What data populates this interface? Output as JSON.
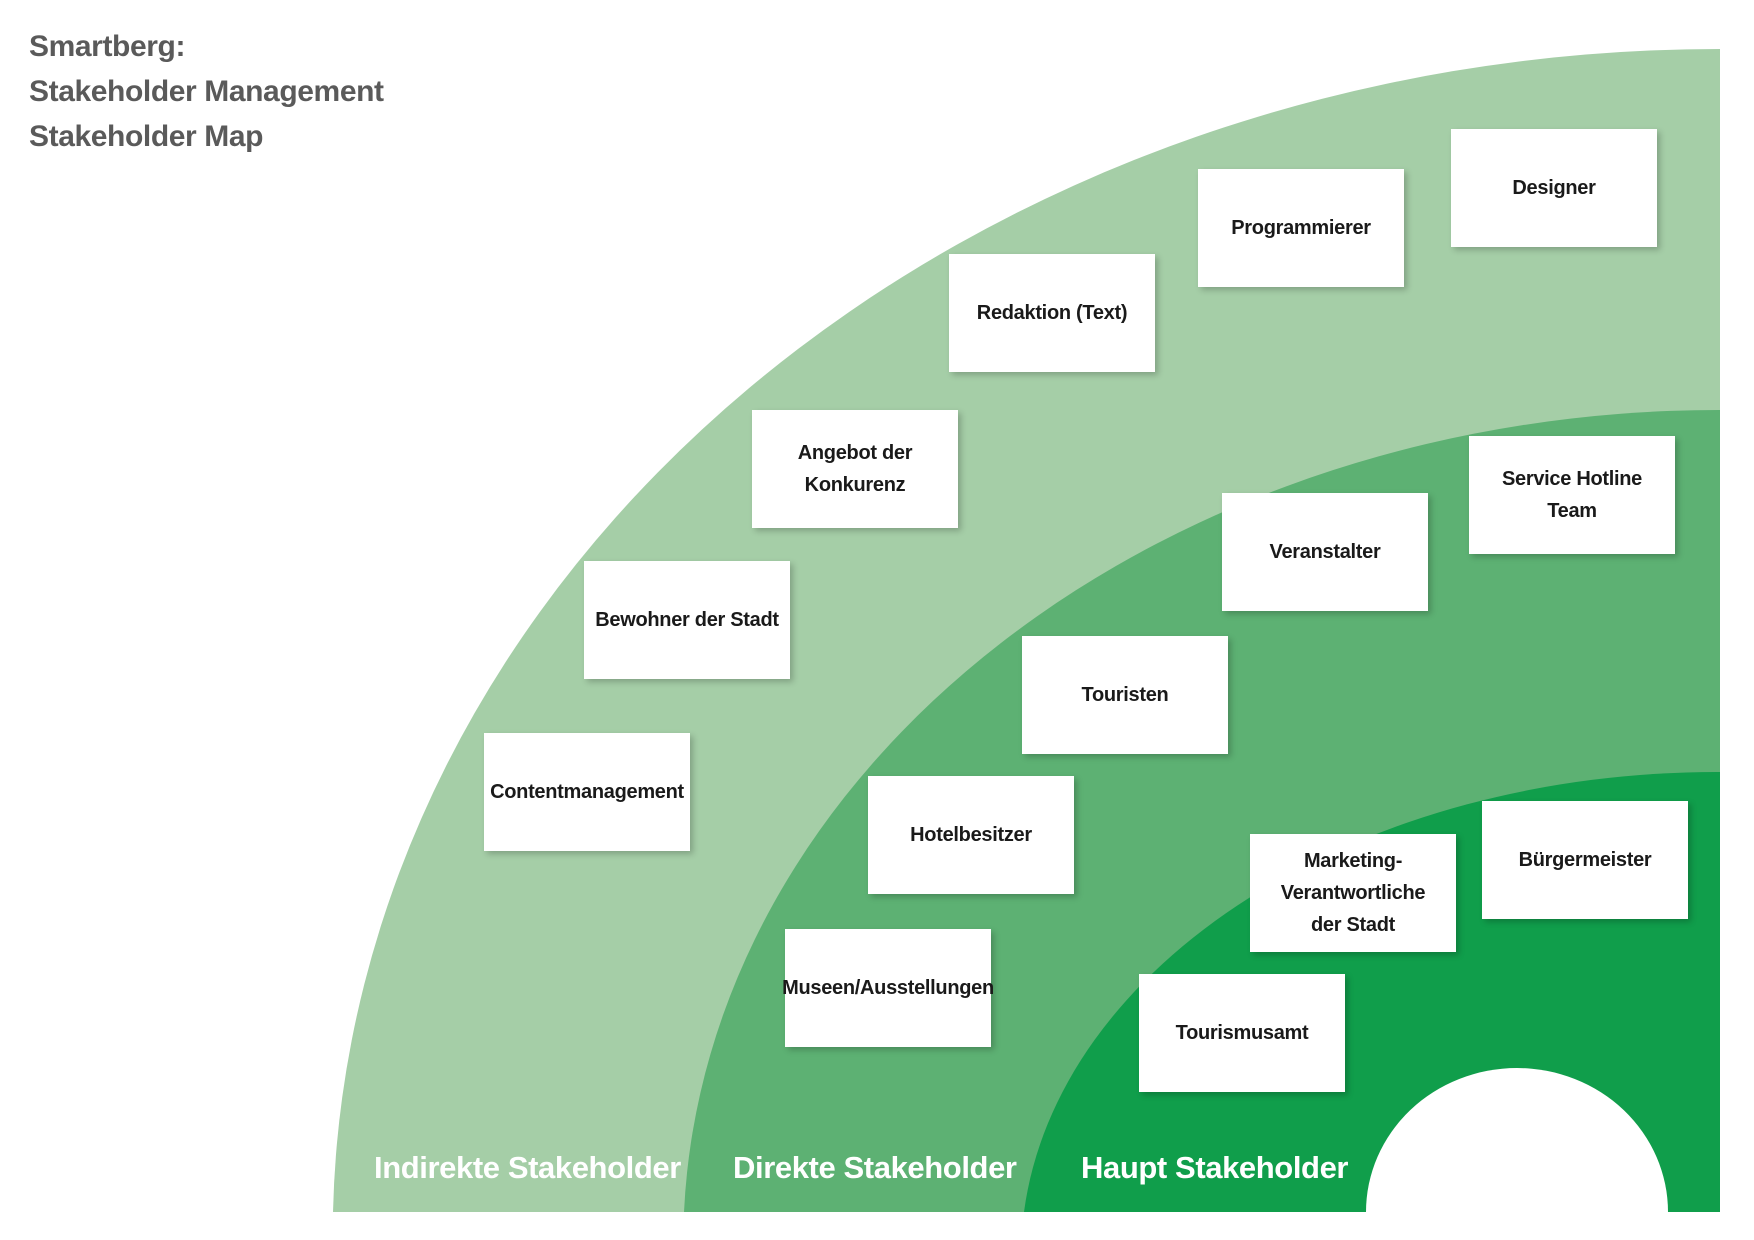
{
  "title_lines": [
    "Smartberg:",
    "Stakeholder Management",
    "Stakeholder Map"
  ],
  "colors": {
    "outer_ring": "#a5cea7",
    "middle_ring": "#5db173",
    "inner_ring": "#109e4b",
    "card_background": "#ffffff",
    "text_dark": "#1a1a1a",
    "title_gray": "#5a5a5a"
  },
  "rings": {
    "indirekt": "Indirekte Stakeholder",
    "direkt": "Direkte Stakeholder",
    "haupt": "Haupt Stakeholder"
  },
  "stakeholders": {
    "designer": "Designer",
    "programmierer": "Programmierer",
    "redaktion": "Redaktion (Text)",
    "angebot": "Angebot der\nKonkurenz",
    "bewohner": "Bewohner der Stadt",
    "contentmanagement": "Contentmanagement",
    "service_hotline": "Service Hotline Team",
    "veranstalter": "Veranstalter",
    "touristen": "Touristen",
    "hotelbesitzer": "Hotelbesitzer",
    "museen": "Museen/Ausstellungen",
    "marketing": "Marketing-\nVerantwortliche\nder Stadt",
    "buergermeister": "Bürgermeister",
    "tourismusamt": "Tourismusamt"
  }
}
